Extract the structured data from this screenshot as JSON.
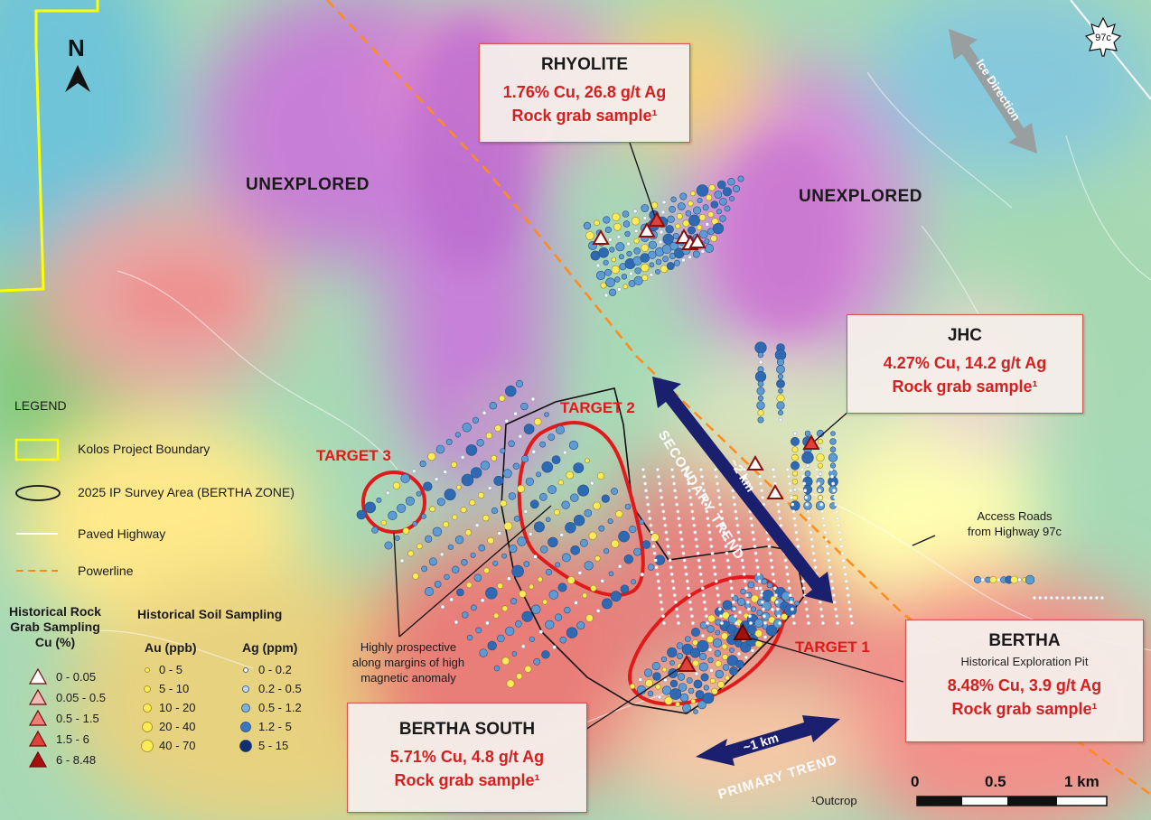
{
  "north_label": "N",
  "regions": {
    "unexplored_west": "UNEXPLORED",
    "unexplored_east": "UNEXPLORED"
  },
  "targets": {
    "t1": "TARGET 1",
    "t2": "TARGET 2",
    "t3": "TARGET 3"
  },
  "callouts": {
    "rhyolite": {
      "name": "RHYOLITE",
      "values": "1.76% Cu, 26.8 g/t Ag",
      "sample": "Rock grab sample¹"
    },
    "jhc": {
      "name": "JHC",
      "values": "4.27% Cu, 14.2 g/t Ag",
      "sample": "Rock grab sample¹"
    },
    "bertha": {
      "name": "BERTHA",
      "subtitle": "Historical Exploration Pit",
      "values": "8.48% Cu, 3.9 g/t Ag",
      "sample": "Rock grab sample¹"
    },
    "bertha_south": {
      "name": "BERTHA SOUTH",
      "values": "5.71% Cu, 4.8 g/t Ag",
      "sample": "Rock grab sample¹"
    }
  },
  "notes": {
    "prospective_1": "Highly prospective",
    "prospective_2": "along margins of high",
    "prospective_3": "magnetic anomaly",
    "access_1": "Access Roads",
    "access_2": "from Highway 97c",
    "outcrop": "¹Outcrop",
    "ice_direction": "Ice Direction",
    "highway_shield": "97c"
  },
  "trends": {
    "secondary": "SECONDARY TREND",
    "secondary_distance": "~2 km",
    "primary": "PRIMARY TREND",
    "primary_distance": "~1 km"
  },
  "legend": {
    "title": "LEGEND",
    "boundary": "Kolos Project Boundary",
    "ip_survey": "2025 IP Survey Area (BERTHA ZONE)",
    "highway": "Paved Highway",
    "powerline": "Powerline",
    "rock_head_1": "Historical Rock",
    "rock_head_2": "Grab Sampling",
    "rock_head_3": "Cu (%)",
    "rock_classes": [
      "0 - 0.05",
      "0.05 - 0.5",
      "0.5 - 1.5",
      "1.5 - 6",
      "6 - 8.48"
    ],
    "rock_colors": [
      "#ffffff",
      "#f6b8b4",
      "#ef7f76",
      "#e0413a",
      "#a80f0f"
    ],
    "soil_head": "Historical Soil Sampling",
    "au_head": "Au (ppb)",
    "au_classes": [
      "0 - 5",
      "5 - 10",
      "10 - 20",
      "20 - 40",
      "40 - 70"
    ],
    "ag_head": "Ag (ppm)",
    "ag_classes": [
      "0 - 0.2",
      "0.2 - 0.5",
      "0.5 - 1.2",
      "1.2 - 5",
      "5 - 15"
    ]
  },
  "scale": {
    "labels": [
      "0",
      "0.5",
      "1 km"
    ]
  },
  "colors": {
    "boundary": "#ffff00",
    "powerline": "#ff8c1a",
    "target_outline": "#e01a1a",
    "trend_arrow": "#1a1f6e",
    "au_fill": "#ffeb5a",
    "ag_fill": "#3a78c2"
  }
}
